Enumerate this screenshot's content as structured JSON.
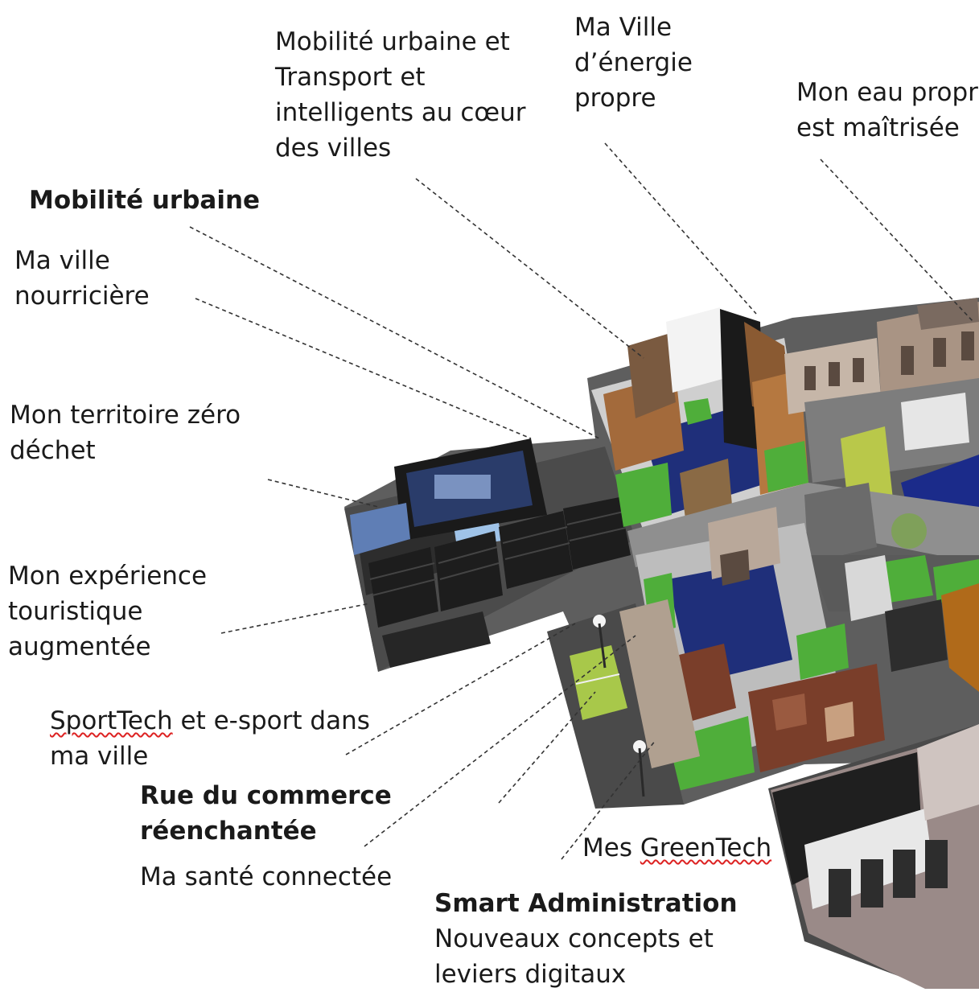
{
  "labels": {
    "mobilite_transport": "Mobilité urbaine et\nTransport et\nintelligents au cœur\ndes villes",
    "ville_energie": "Ma Ville\nd’énergie\npropre",
    "eau_propre": "Mon eau propr\nest maîtrisée",
    "mobilite_urbaine": "Mobilité urbaine",
    "ville_nourriciere": "Ma ville\nnourricière",
    "zero_dechet": "Mon territoire zéro\ndéchet",
    "experience_touristique": "Mon expérience\ntouristique\naugmentée",
    "sporttech_word": "SportTech",
    "sporttech_rest": " et e-sport dans\nma ville",
    "rue_commerce": "Rue du commerce\nréenchantée",
    "sante_connectee": "Ma santé connectée",
    "greentech_prefix": "Mes ",
    "greentech_word": "GreenTech",
    "smart_admin": "Smart Administration",
    "nouveaux_concepts": "Nouveaux concepts et\nleviers digitaux"
  },
  "colors": {
    "floor_gray": "#6b6b6b",
    "dark_floor": "#3a3a3a",
    "carpet_blue": "#1f2f7a",
    "grass_green": "#4fae3a",
    "wall_wood": "#a36a3b",
    "brick": "#7a3e2a",
    "facade": "#b9a89a",
    "leader_line": "#333333"
  }
}
